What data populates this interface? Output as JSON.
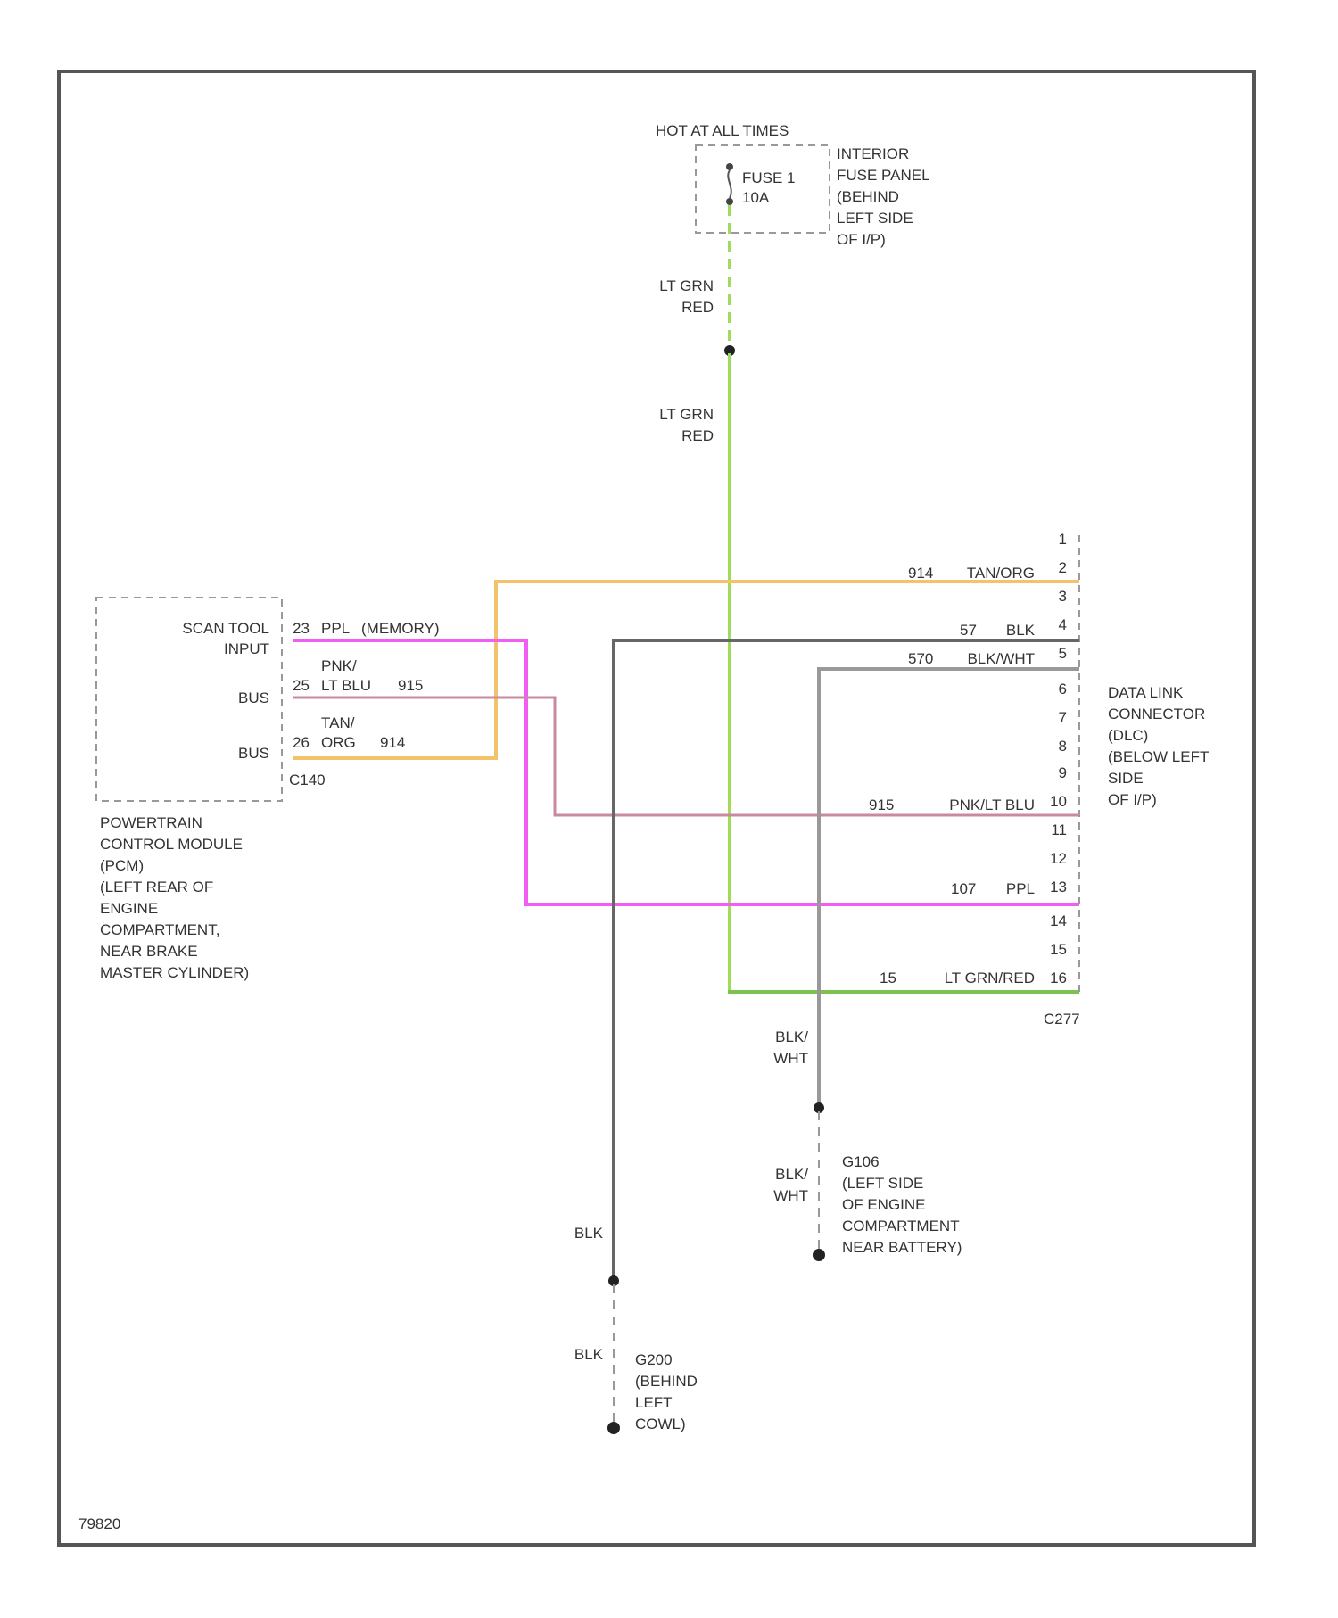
{
  "top_label": "HOT AT ALL TIMES",
  "fuse": {
    "name": "FUSE 1",
    "rating": "10A"
  },
  "fuse_panel": [
    "INTERIOR",
    "FUSE PANEL",
    "(BEHIND",
    "LEFT SIDE",
    "OF I/P)"
  ],
  "pcm": {
    "pin_labels": [
      "SCAN TOOL",
      "INPUT",
      "BUS",
      "BUS"
    ],
    "connector": "C140",
    "description": [
      "POWERTRAIN",
      "CONTROL MODULE",
      "(PCM)",
      "(LEFT REAR OF",
      "ENGINE",
      "COMPARTMENT,",
      "NEAR BRAKE",
      "MASTER CYLINDER)"
    ],
    "wires": [
      {
        "pin": "23",
        "text": "PPL",
        "text2": "(MEMORY)"
      },
      {
        "pin": "25",
        "top": "PNK/",
        "text": "LT BLU",
        "text2": "915"
      },
      {
        "pin": "26",
        "top": "TAN/",
        "text": "ORG",
        "text2": "914"
      }
    ]
  },
  "dlc": {
    "title": [
      "DATA LINK",
      "CONNECTOR",
      "(DLC)",
      "(BELOW LEFT",
      "SIDE",
      "OF I/P)"
    ],
    "connector": "C277",
    "pins": [
      "1",
      "2",
      "3",
      "4",
      "5",
      "6",
      "7",
      "8",
      "9",
      "10",
      "11",
      "12",
      "13",
      "14",
      "15",
      "16"
    ],
    "wire_labels": [
      {
        "circuit": "914",
        "color": "TAN/ORG"
      },
      {
        "circuit": "57",
        "color": "BLK"
      },
      {
        "circuit": "570",
        "color": "BLK/WHT"
      },
      {
        "circuit": "915",
        "color": "PNK/LT BLU"
      },
      {
        "circuit": "107",
        "color": "PPL"
      },
      {
        "circuit": "15",
        "color": "LT GRN/RED"
      }
    ]
  },
  "power_wire": {
    "upper": [
      "LT GRN",
      "RED"
    ],
    "lower": [
      "LT GRN",
      "RED"
    ]
  },
  "ground_g106": {
    "upper": [
      "BLK/",
      "WHT"
    ],
    "lower": [
      "BLK/",
      "WHT"
    ],
    "location": [
      "G106",
      "(LEFT SIDE",
      "OF ENGINE",
      "COMPARTMENT",
      "NEAR BATTERY)"
    ]
  },
  "ground_g200": {
    "upper": "BLK",
    "lower": "BLK",
    "location": [
      "G200",
      "(BEHIND",
      "LEFT",
      "COWL)"
    ]
  },
  "figure_id": "79820",
  "colors": {
    "frame": "#555555",
    "lt_grn": "#9fdc5c",
    "lt_grn_dark": "#7cc24f",
    "tan": "#f3c36c",
    "ppl": "#f15ef1",
    "pnk_blu": "#c98a9f",
    "blk": "#666666",
    "blk_wht": "#999999",
    "dash": "#999999"
  }
}
